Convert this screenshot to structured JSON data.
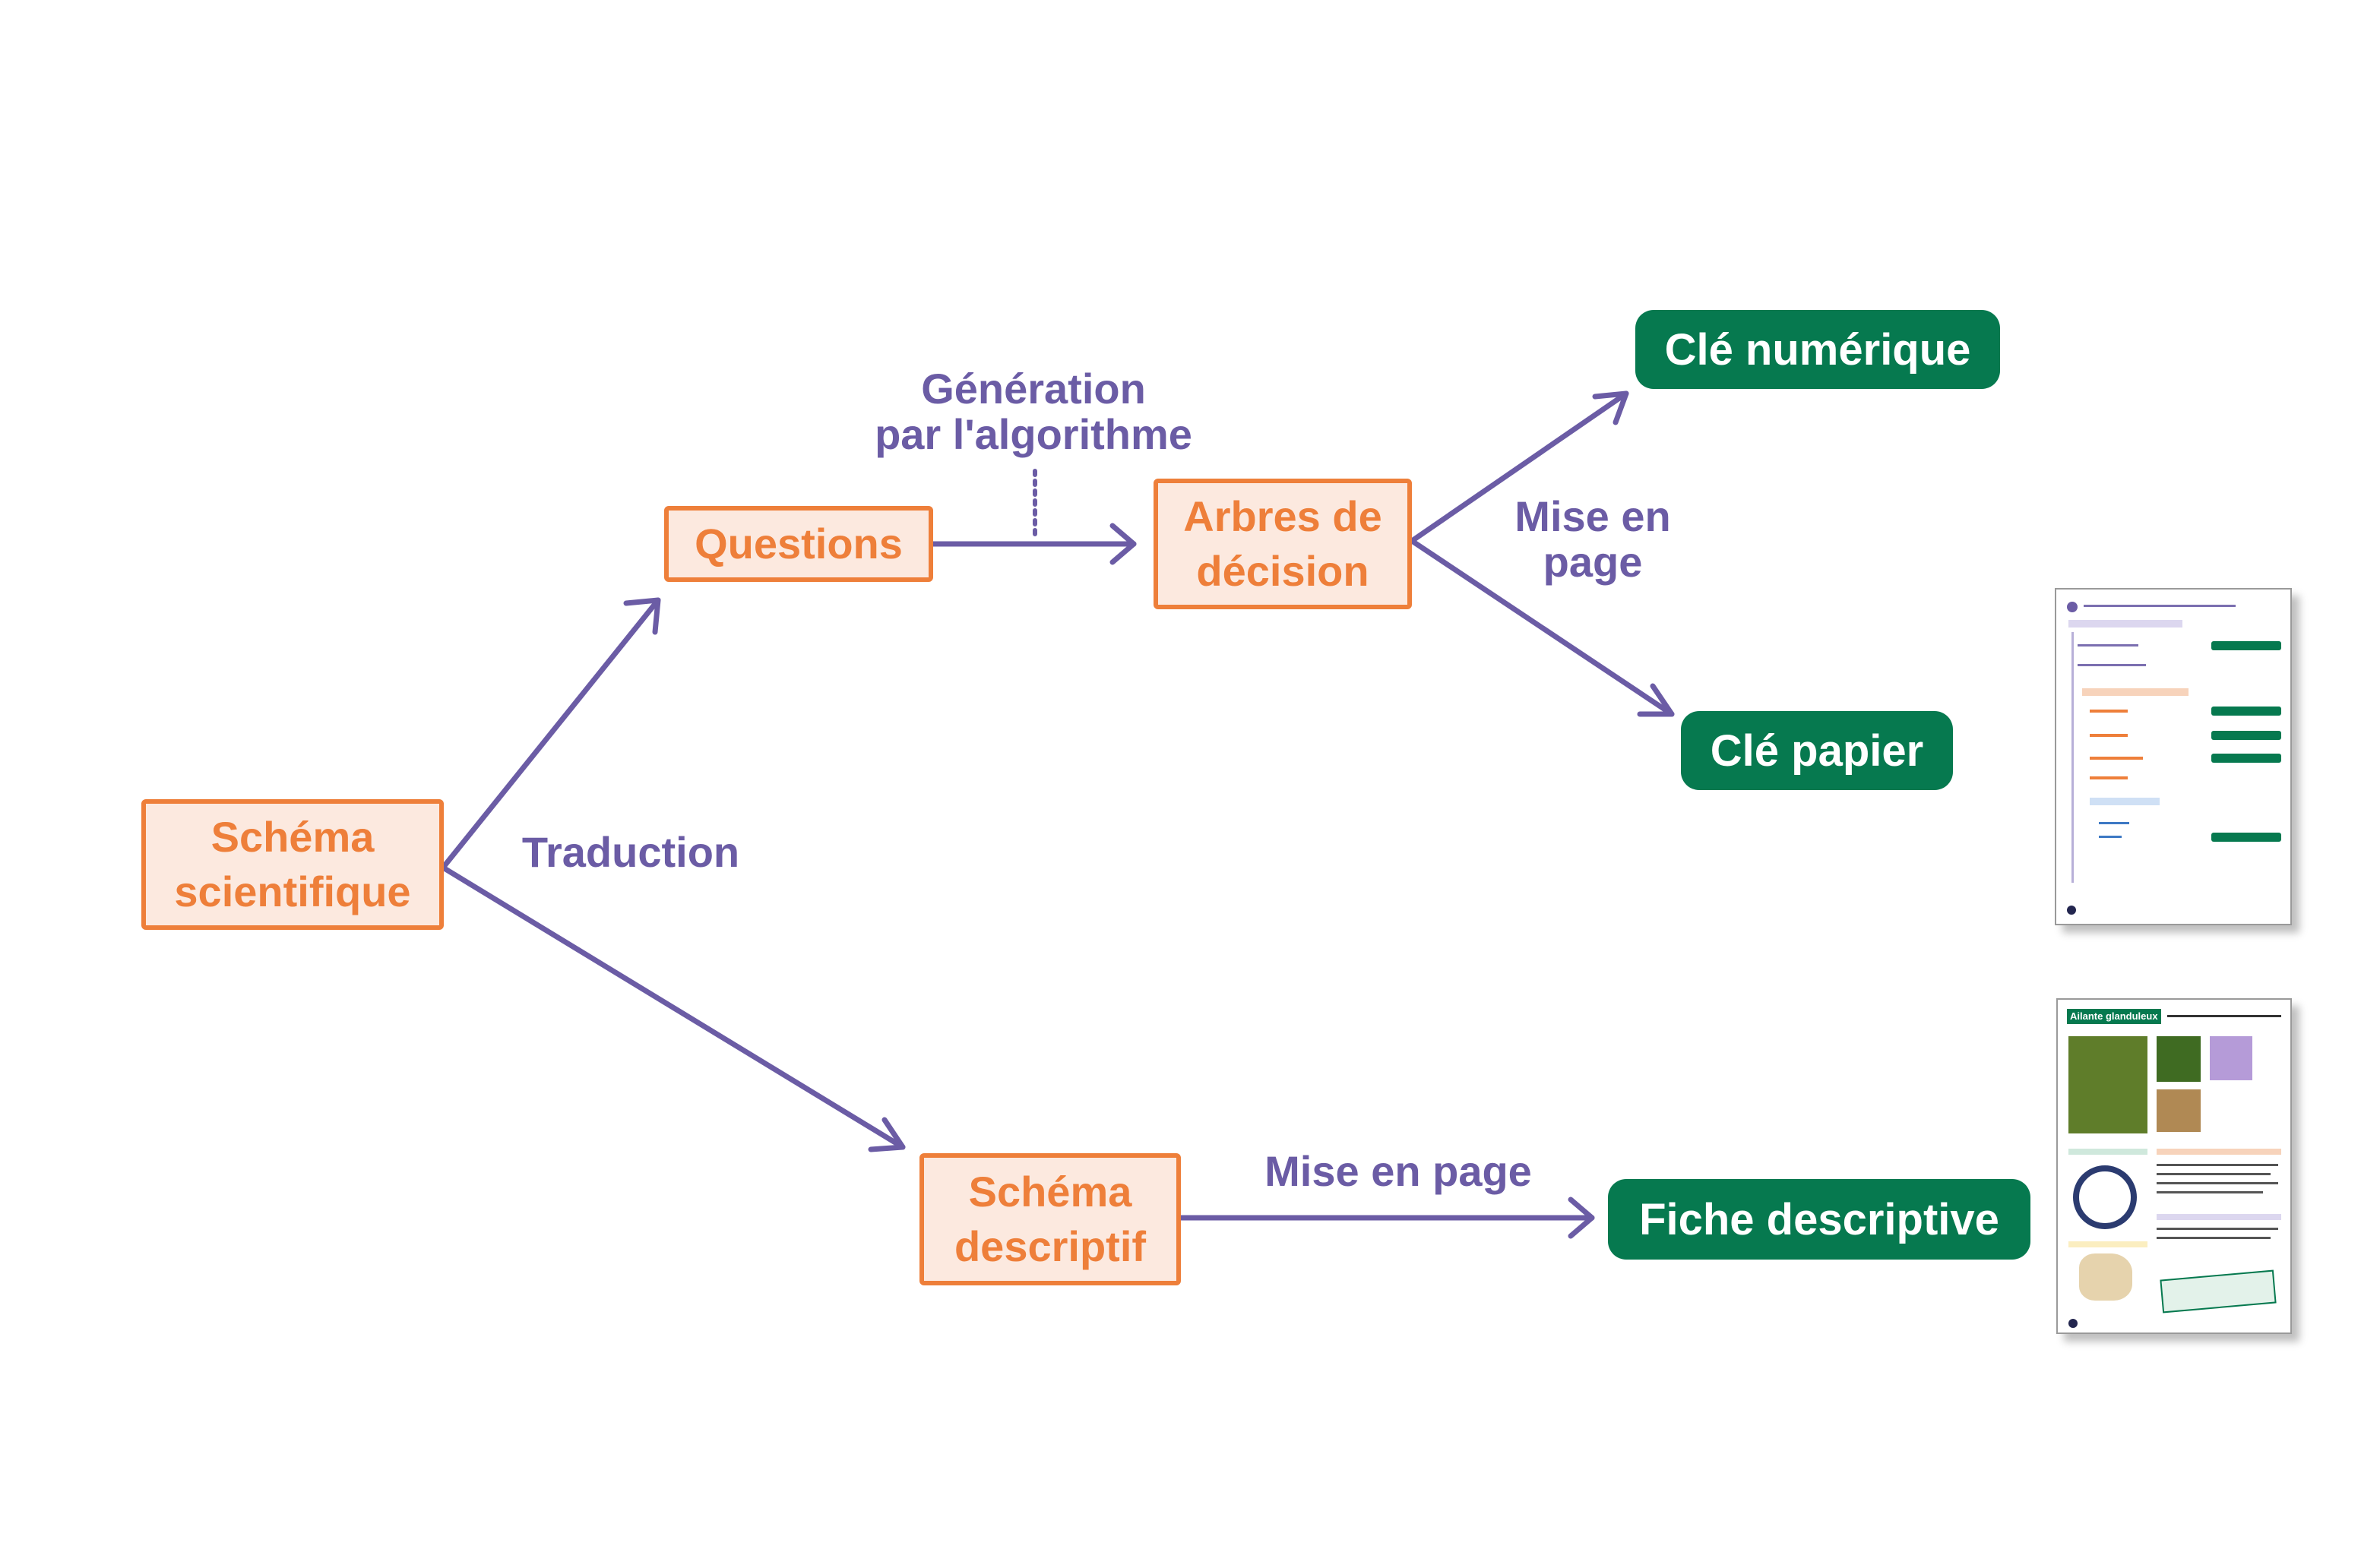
{
  "colors": {
    "orange": "#ee7f3a",
    "orange_fill": "#fce9df",
    "green": "#06794f",
    "purple": "#6b5ca5"
  },
  "nodes": {
    "schema_scientifique": [
      "Schéma",
      "scientifique"
    ],
    "questions": "Questions",
    "arbres": [
      "Arbres de",
      "décision"
    ],
    "schema_descriptif": [
      "Schéma",
      "descriptif"
    ],
    "cle_numerique": "Clé numérique",
    "cle_papier": "Clé papier",
    "fiche_descriptive": "Fiche descriptive"
  },
  "edge_labels": {
    "generation": [
      "Génération",
      "par l'algorithme"
    ],
    "mise_en_page_top": [
      "Mise en",
      "page"
    ],
    "traduction": "Traduction",
    "mise_en_page_bottom": "Mise en page"
  },
  "thumbnails": {
    "fiche_title": "Ailante glanduleux"
  }
}
